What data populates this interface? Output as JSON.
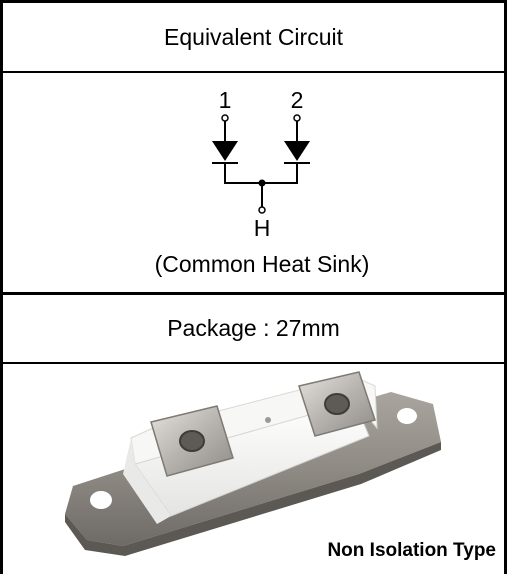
{
  "equivalent_circuit": {
    "title": "Equivalent Circuit",
    "terminal_1": "1",
    "terminal_2": "2",
    "terminal_h": "H",
    "note": "(Common Heat Sink)"
  },
  "package": {
    "title": "Package : 27mm",
    "caption": "Non Isolation Type"
  }
}
